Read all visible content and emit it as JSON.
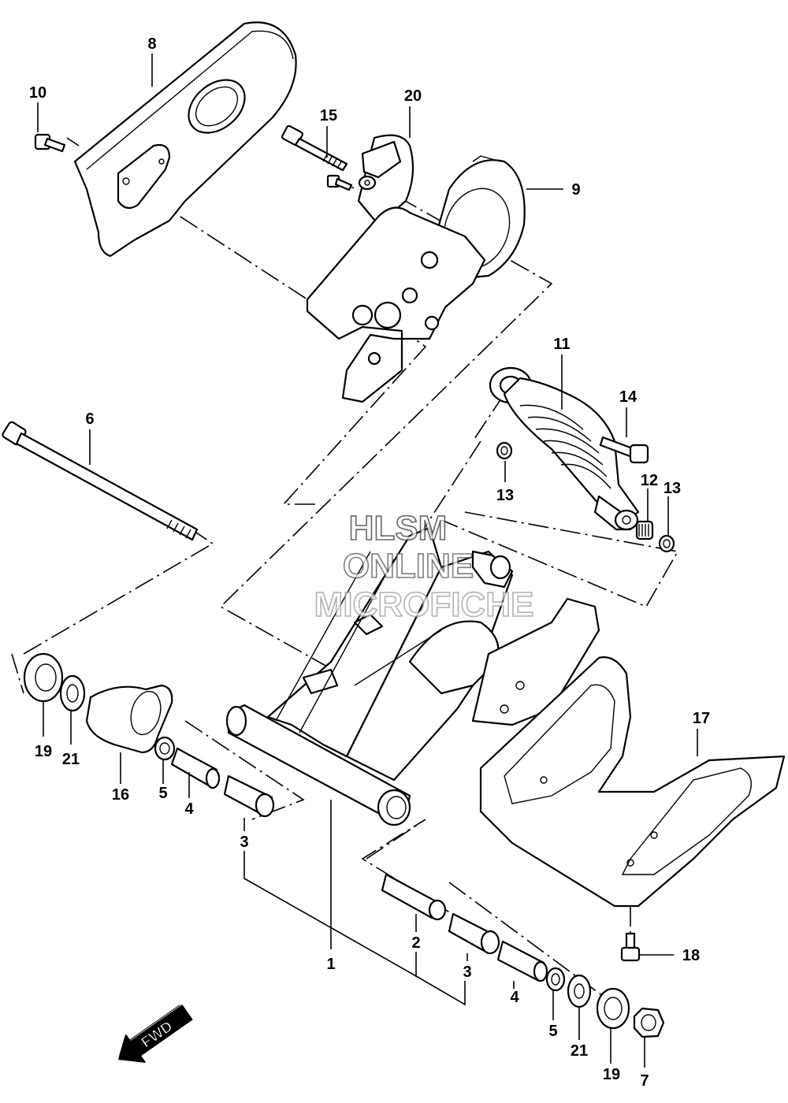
{
  "callouts": {
    "c1": "1",
    "c2": "2",
    "c3a": "3",
    "c3b": "3",
    "c4a": "4",
    "c4b": "4",
    "c5a": "5",
    "c5b": "5",
    "c6": "6",
    "c7": "7",
    "c8": "8",
    "c9": "9",
    "c10": "10",
    "c11": "11",
    "c12": "12",
    "c13a": "13",
    "c13b": "13",
    "c14": "14",
    "c15": "15",
    "c16": "16",
    "c17": "17",
    "c18": "18",
    "c19a": "19",
    "c19b": "19",
    "c20": "20",
    "c21a": "21",
    "c21b": "21"
  },
  "watermark": {
    "line1": "HLSM",
    "line2": "ONLINE",
    "line3": "MICROFICHE"
  },
  "direction_badge": {
    "label": "FWD"
  }
}
